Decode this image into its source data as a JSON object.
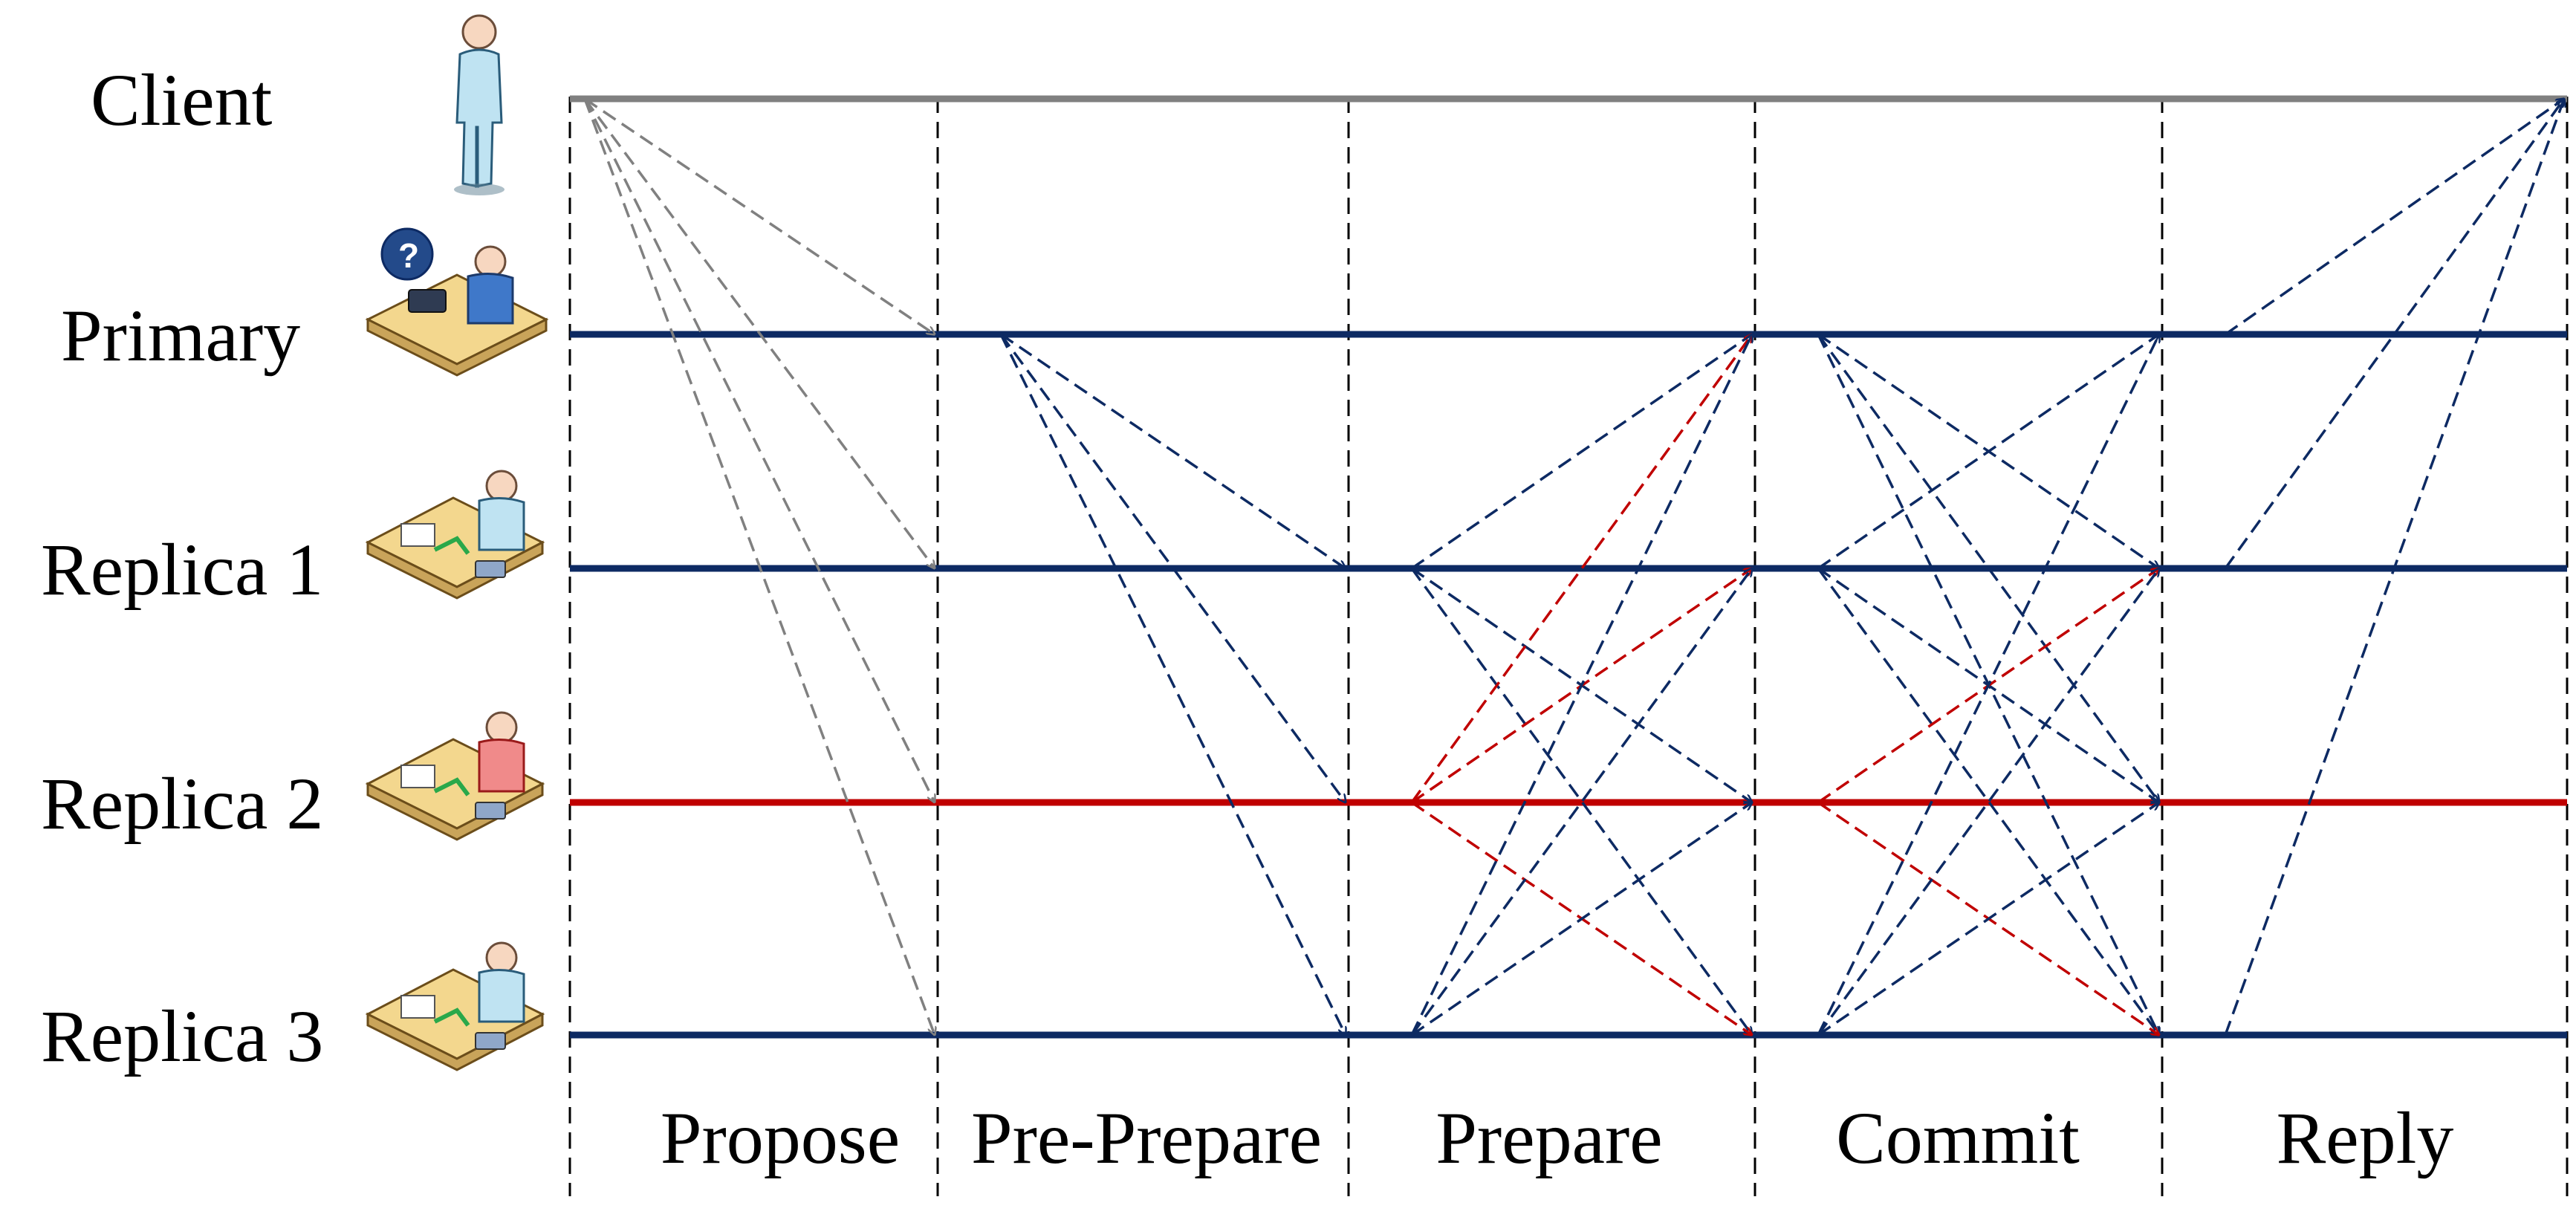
{
  "actors": [
    {
      "id": "client",
      "label": "Client",
      "icon": "standing-person-icon",
      "line_color": "#808080"
    },
    {
      "id": "primary",
      "label": "Primary",
      "icon": "help-desk-operator-icon",
      "line_color": "#0d2a63"
    },
    {
      "id": "replica1",
      "label": "Replica 1",
      "icon": "desk-worker-icon",
      "line_color": "#0d2a63"
    },
    {
      "id": "replica2",
      "label": "Replica 2",
      "icon": "desk-worker-faulty-icon",
      "line_color": "#c00000"
    },
    {
      "id": "replica3",
      "label": "Replica 3",
      "icon": "desk-worker-icon",
      "line_color": "#0d2a63"
    }
  ],
  "phases": [
    "Propose",
    "Pre-Prepare",
    "Prepare",
    "Commit",
    "Reply"
  ],
  "colors": {
    "client_msg": "#808080",
    "honest_msg": "#0d2a63",
    "faulty_msg": "#c00000",
    "divider": "#000000"
  },
  "messages": [
    {
      "phase": "Propose",
      "from": "client",
      "to": "primary",
      "color": "client_msg"
    },
    {
      "phase": "Propose",
      "from": "client",
      "to": "replica1",
      "color": "client_msg"
    },
    {
      "phase": "Propose",
      "from": "client",
      "to": "replica2",
      "color": "client_msg"
    },
    {
      "phase": "Propose",
      "from": "client",
      "to": "replica3",
      "color": "client_msg"
    },
    {
      "phase": "Pre-Prepare",
      "from": "primary",
      "to": "replica1",
      "color": "honest_msg"
    },
    {
      "phase": "Pre-Prepare",
      "from": "primary",
      "to": "replica2",
      "color": "honest_msg"
    },
    {
      "phase": "Pre-Prepare",
      "from": "primary",
      "to": "replica3",
      "color": "honest_msg"
    },
    {
      "phase": "Prepare",
      "from": "replica1",
      "to": "primary",
      "color": "honest_msg"
    },
    {
      "phase": "Prepare",
      "from": "replica1",
      "to": "replica2",
      "color": "honest_msg"
    },
    {
      "phase": "Prepare",
      "from": "replica1",
      "to": "replica3",
      "color": "honest_msg"
    },
    {
      "phase": "Prepare",
      "from": "replica2",
      "to": "primary",
      "color": "faulty_msg"
    },
    {
      "phase": "Prepare",
      "from": "replica2",
      "to": "replica1",
      "color": "faulty_msg"
    },
    {
      "phase": "Prepare",
      "from": "replica2",
      "to": "replica3",
      "color": "faulty_msg"
    },
    {
      "phase": "Prepare",
      "from": "replica3",
      "to": "primary",
      "color": "honest_msg"
    },
    {
      "phase": "Prepare",
      "from": "replica3",
      "to": "replica1",
      "color": "honest_msg"
    },
    {
      "phase": "Prepare",
      "from": "replica3",
      "to": "replica2",
      "color": "honest_msg"
    },
    {
      "phase": "Commit",
      "from": "primary",
      "to": "replica1",
      "color": "honest_msg"
    },
    {
      "phase": "Commit",
      "from": "primary",
      "to": "replica2",
      "color": "honest_msg"
    },
    {
      "phase": "Commit",
      "from": "primary",
      "to": "replica3",
      "color": "honest_msg"
    },
    {
      "phase": "Commit",
      "from": "replica1",
      "to": "primary",
      "color": "honest_msg"
    },
    {
      "phase": "Commit",
      "from": "replica1",
      "to": "replica2",
      "color": "honest_msg"
    },
    {
      "phase": "Commit",
      "from": "replica1",
      "to": "replica3",
      "color": "honest_msg"
    },
    {
      "phase": "Commit",
      "from": "replica2",
      "to": "replica1",
      "color": "faulty_msg"
    },
    {
      "phase": "Commit",
      "from": "replica2",
      "to": "replica3",
      "color": "faulty_msg"
    },
    {
      "phase": "Commit",
      "from": "replica3",
      "to": "primary",
      "color": "honest_msg"
    },
    {
      "phase": "Commit",
      "from": "replica3",
      "to": "replica1",
      "color": "honest_msg"
    },
    {
      "phase": "Commit",
      "from": "replica3",
      "to": "replica2",
      "color": "honest_msg"
    },
    {
      "phase": "Reply",
      "from": "primary",
      "to": "client",
      "color": "honest_msg"
    },
    {
      "phase": "Reply",
      "from": "replica1",
      "to": "client",
      "color": "honest_msg"
    },
    {
      "phase": "Reply",
      "from": "replica3",
      "to": "client",
      "color": "honest_msg"
    }
  ]
}
